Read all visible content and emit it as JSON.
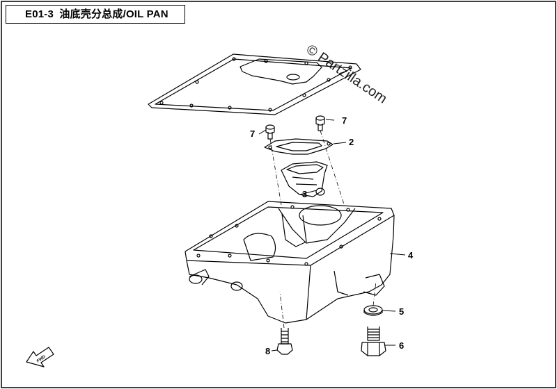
{
  "title": {
    "code": "E01-3",
    "name": "油底壳分总成/OIL PAN"
  },
  "watermark": "© Partzilla.com",
  "callouts": {
    "c2": "2",
    "c3": "3",
    "c4": "4",
    "c5": "5",
    "c6": "6",
    "c7a": "7",
    "c7b": "7",
    "c8": "8"
  },
  "fwd_label": "FWD"
}
